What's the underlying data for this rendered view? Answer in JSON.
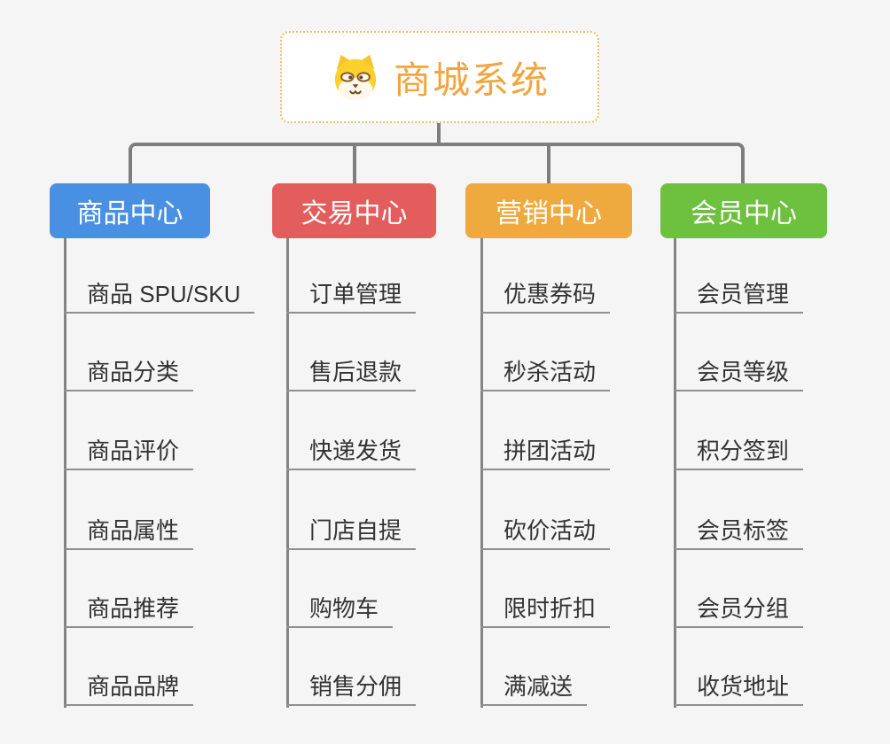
{
  "canvas": {
    "background": "#f5f5f5"
  },
  "root": {
    "title": "商城系统",
    "icon": "doge-icon",
    "text_color": "#f2a43d",
    "border_color": "#f0bd6a"
  },
  "connector_color": "#7e7e7e",
  "branches": [
    {
      "label": "商品中心",
      "color": "#4a90e2",
      "children": [
        "商品 SPU/SKU",
        "商品分类",
        "商品评价",
        "商品属性",
        "商品推荐",
        "商品品牌"
      ]
    },
    {
      "label": "交易中心",
      "color": "#e45d5d",
      "children": [
        "订单管理",
        "售后退款",
        "快递发货",
        "门店自提",
        "购物车",
        "销售分佣"
      ]
    },
    {
      "label": "营销中心",
      "color": "#eeaa3f",
      "children": [
        "优惠券码",
        "秒杀活动",
        "拼团活动",
        "砍价活动",
        "限时折扣",
        "满减送"
      ]
    },
    {
      "label": "会员中心",
      "color": "#6ec03f",
      "children": [
        "会员管理",
        "会员等级",
        "积分签到",
        "会员标签",
        "会员分组",
        "收货地址"
      ]
    }
  ]
}
